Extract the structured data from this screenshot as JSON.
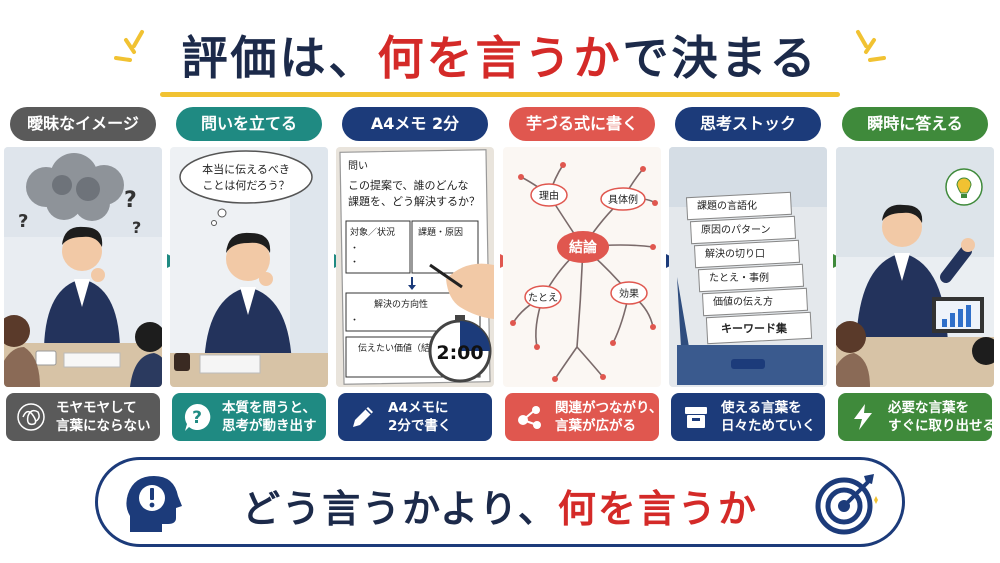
{
  "title": {
    "part1": "評価は、",
    "part2": "何を言うか",
    "part3": "で決まる"
  },
  "columns": [
    {
      "label": "曖昧なイメージ",
      "caption": [
        "モヤモヤして",
        "言葉にならない"
      ],
      "color": "#5a5a5a",
      "icon": "scribble-icon"
    },
    {
      "label": "問いを立てる",
      "caption": [
        "本質を問うと、",
        "思考が動き出す"
      ],
      "color": "#1f8a82",
      "icon": "question-icon",
      "thought": [
        "本当に伝えるべき",
        "ことは何だろう？"
      ]
    },
    {
      "label": "A4メモ 2分",
      "caption": [
        "A4メモに",
        "2分で書く"
      ],
      "color": "#1c3b7a",
      "icon": "pencil-icon",
      "memo": {
        "heading": "問い",
        "line1": "この提案で、誰のどんな",
        "line2": "課題を、どう解決するか？",
        "box1": "対象／状況",
        "box2": "課題・原因",
        "box3": "解決の方向性",
        "box4": "伝えたい価値（結論）"
      },
      "timer": "2:00"
    },
    {
      "label": "芋づる式に書く",
      "caption": [
        "関連がつながり、",
        "言葉が広がる"
      ],
      "color": "#e0574f",
      "icon": "network-icon",
      "mindmap": {
        "center": "結論",
        "n1": "理由",
        "n2": "具体例",
        "n3": "たとえ",
        "n4": "効果"
      }
    },
    {
      "label": "思考ストック",
      "caption": [
        "使える言葉を",
        "日々ためていく"
      ],
      "color": "#1c3b7a",
      "icon": "archive-box-icon",
      "cards": [
        "課題の言語化",
        "原因のパターン",
        "解決の切り口",
        "たとえ・事例",
        "価値の伝え方",
        "キーワード集"
      ]
    },
    {
      "label": "瞬時に答える",
      "caption": [
        "必要な言葉を",
        "すぐに取り出せる"
      ],
      "color": "#3f8a3b",
      "icon": "lightning-icon"
    }
  ],
  "banner": {
    "part1": "どう言うかより、",
    "part2": "何を言うか"
  },
  "colors": {
    "navy": "#1c2a4a",
    "red": "#d42a28",
    "yellow": "#f1c232",
    "teal": "#1f8a82",
    "coral": "#e0574f",
    "green": "#3f8a3b"
  }
}
